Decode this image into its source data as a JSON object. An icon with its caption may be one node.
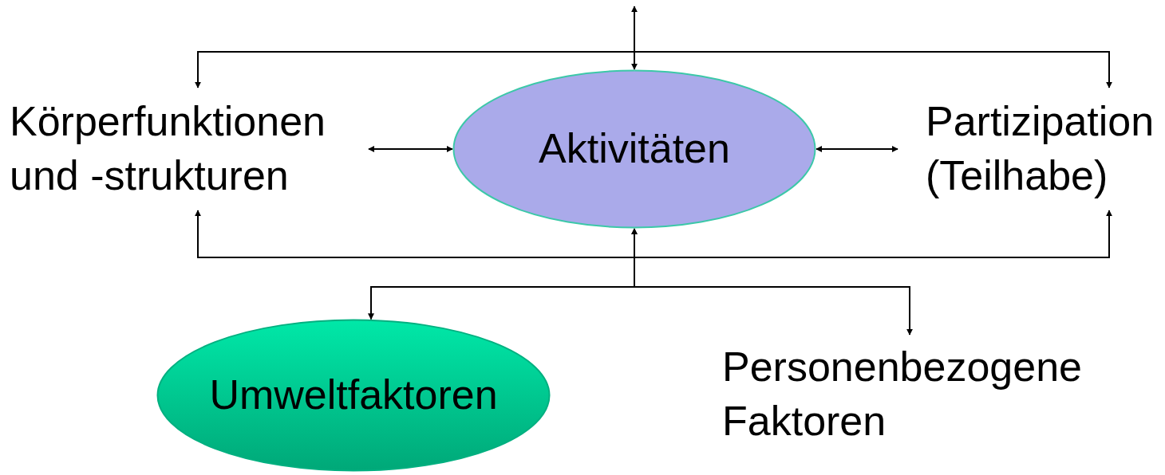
{
  "diagram": {
    "nodes": [
      {
        "text": [
          "Körperfunktionen und -strukturen"
        ]
      },
      {
        "text": [
          "Aktivitäten"
        ]
      },
      {
        "text": [
          "Partizipation (Teilhabe)"
        ]
      },
      {
        "text": [
          "Umweltfaktoren"
        ]
      },
      {
        "text": [
          "Personenbezogene Faktoren"
        ]
      }
    ],
    "edges": [
      {
        "from": 0,
        "to": 1,
        "arrow": "both"
      },
      {
        "from": 1,
        "to": 2,
        "arrow": "both"
      },
      {
        "from": null,
        "to": 1,
        "arrow": "both"
      },
      {
        "from": 0,
        "to": 2,
        "arrow": "both"
      },
      {
        "from": 0,
        "to": 2,
        "arrow": "both"
      },
      {
        "from": 1,
        "to": 3,
        "arrow": "both"
      },
      {
        "from": 1,
        "to": 4,
        "arrow": "both"
      }
    ]
  }
}
